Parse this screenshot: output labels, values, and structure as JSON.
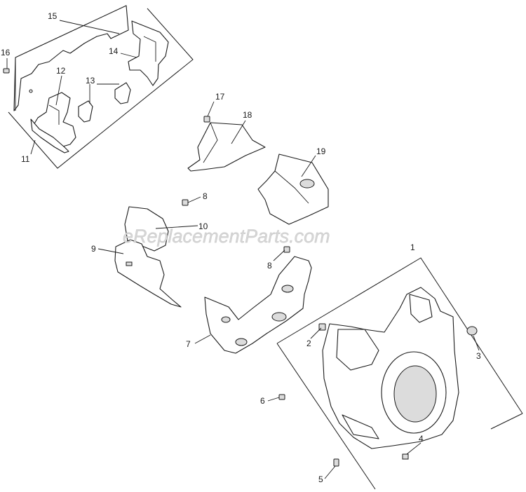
{
  "diagram": {
    "watermark": "eReplacementParts.com",
    "callouts": [
      "1",
      "2",
      "3",
      "4",
      "5",
      "6",
      "7",
      "8",
      "8",
      "9",
      "10",
      "11",
      "12",
      "13",
      "14",
      "15",
      "16",
      "17",
      "18",
      "19"
    ]
  }
}
